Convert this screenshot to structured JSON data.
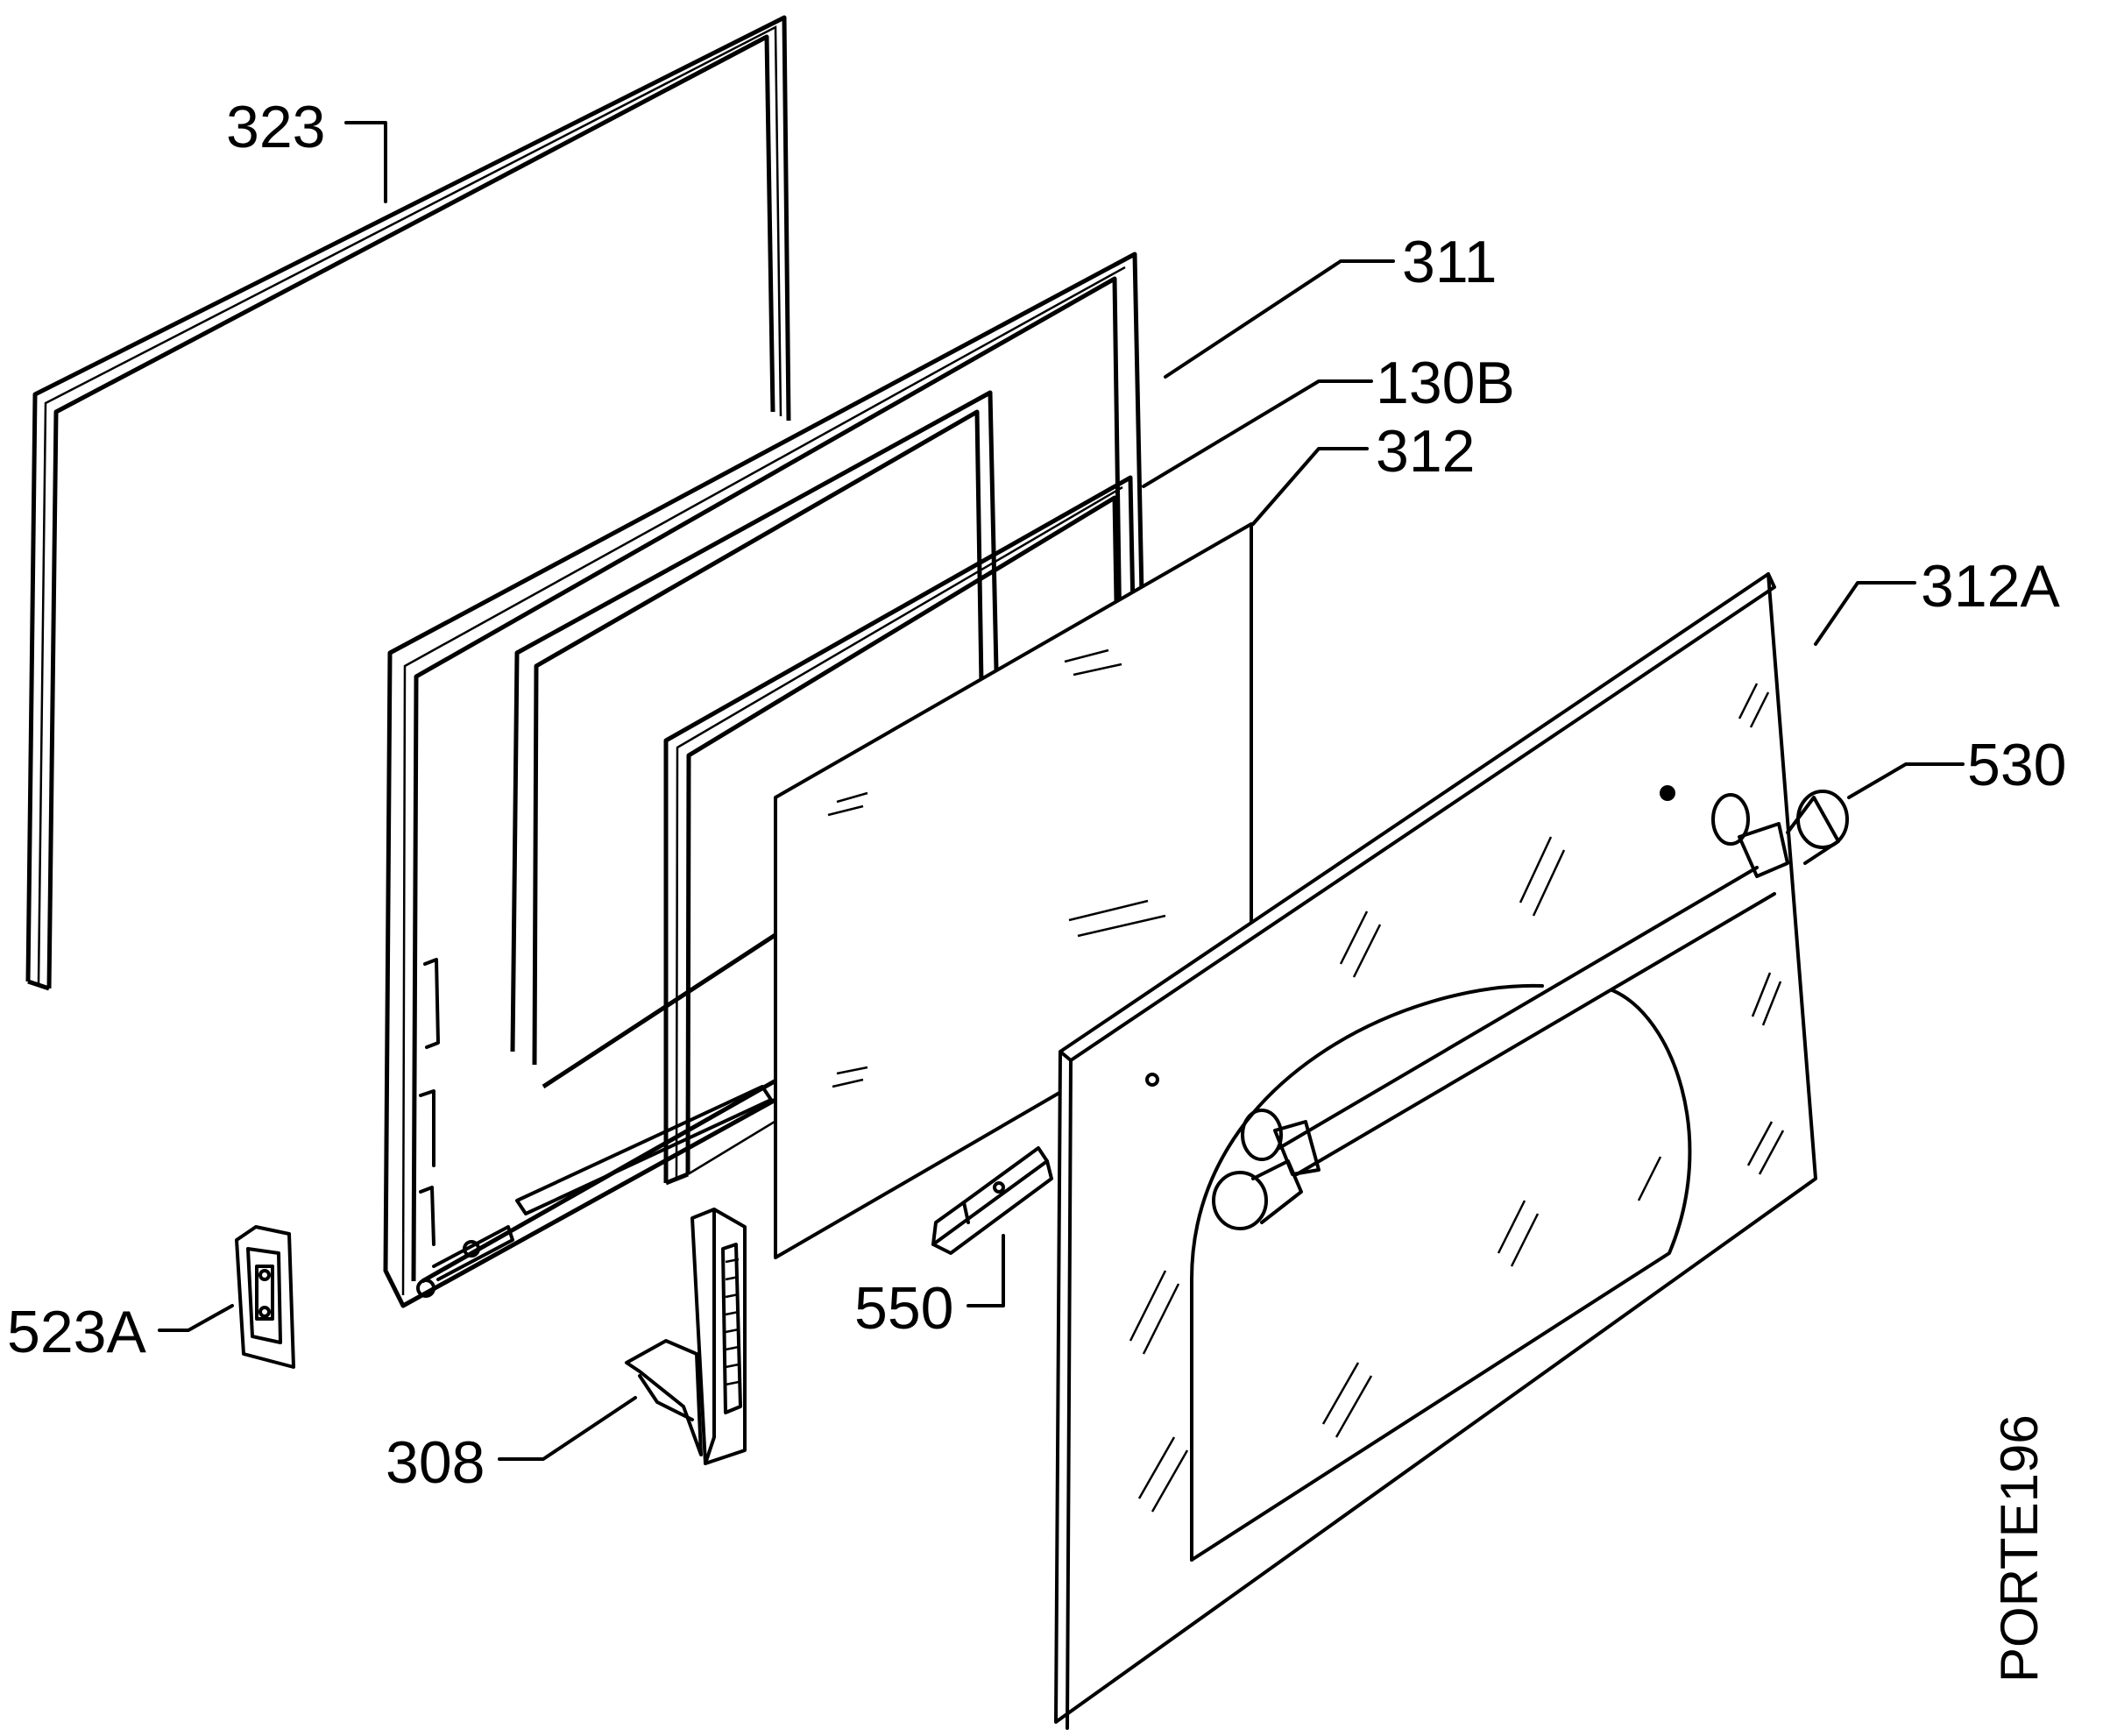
{
  "labels": {
    "p323": "323",
    "p311": "311",
    "p130b": "130B",
    "p312": "312",
    "p312a": "312A",
    "p530": "530",
    "p523a": "523A",
    "p550": "550",
    "p308": "308"
  },
  "drawing_ref": "PORTE196",
  "colors": {
    "line": "#000000",
    "background": "#ffffff"
  }
}
